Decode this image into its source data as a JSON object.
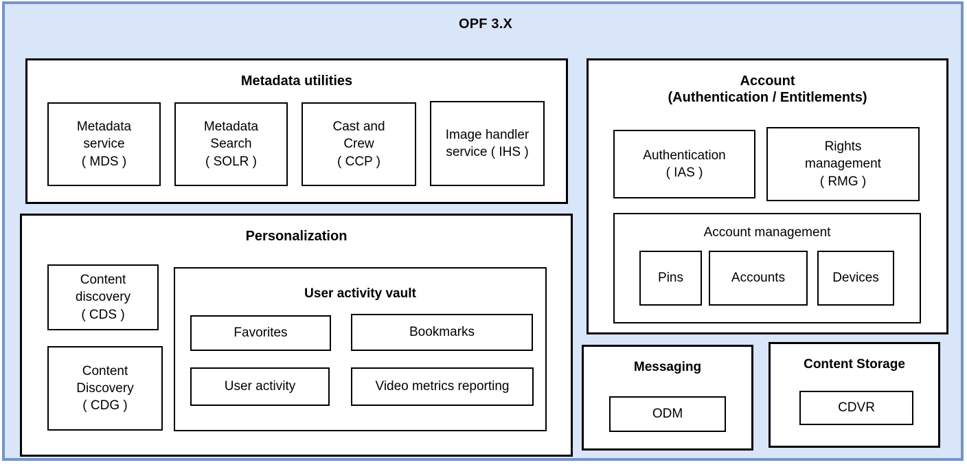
{
  "diagram": {
    "title": "OPF 3.X",
    "frame_fill": "#d9e5f8",
    "frame_border": "#7694c6",
    "box_fill": "#ffffff",
    "box_border": "#000000"
  },
  "groups": {
    "metadata_utilities": {
      "title": "Metadata utilities",
      "nodes": [
        {
          "label": "Metadata\nservice\n( MDS )"
        },
        {
          "label": "Metadata\nSearch\n( SOLR )"
        },
        {
          "label": "Cast and\nCrew\n( CCP )"
        },
        {
          "label": "Image handler\nservice ( IHS )"
        }
      ]
    },
    "personalization": {
      "title": "Personalization",
      "nodes": [
        {
          "label": "Content\ndiscovery\n( CDS )"
        },
        {
          "label": "Content\nDiscovery\n( CDG )"
        }
      ],
      "user_activity_vault": {
        "title": "User activity vault",
        "nodes": [
          {
            "label": "Favorites"
          },
          {
            "label": "Bookmarks"
          },
          {
            "label": "User activity"
          },
          {
            "label": "Video metrics reporting"
          }
        ]
      }
    },
    "account": {
      "title": "Account\n(Authentication / Entitlements)",
      "nodes": [
        {
          "label": "Authentication\n( IAS )"
        },
        {
          "label": "Rights\nmanagement\n( RMG )"
        }
      ],
      "account_management": {
        "title": "Account management",
        "nodes": [
          {
            "label": "Pins"
          },
          {
            "label": "Accounts"
          },
          {
            "label": "Devices"
          }
        ]
      }
    },
    "messaging": {
      "title": "Messaging",
      "nodes": [
        {
          "label": "ODM"
        }
      ]
    },
    "content_storage": {
      "title": "Content Storage",
      "nodes": [
        {
          "label": "CDVR"
        }
      ]
    }
  }
}
